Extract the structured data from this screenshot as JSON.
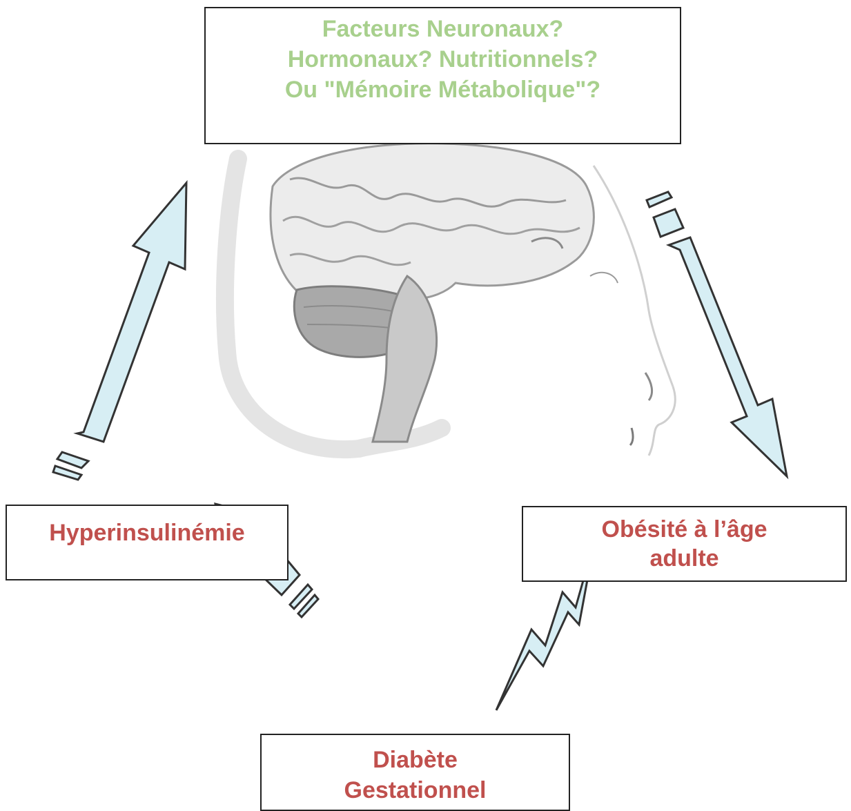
{
  "colors": {
    "question_text": "#a8d08d",
    "node_text": "#c0504d",
    "arrow_fill": "#d7eef4",
    "arrow_stroke": "#333333",
    "box_border": "#222222"
  },
  "background_image": {
    "icon": "brain-head-profile-illustration"
  },
  "nodes": {
    "top": {
      "lines": [
        "Facteurs Neuronaux?",
        "Hormonaux? Nutritionnels?",
        "Ou \"Mémoire Métabolique\"?"
      ]
    },
    "left": {
      "lines": [
        "Hyperinsulinémie"
      ]
    },
    "right": {
      "lines": [
        "Obésité à l’âge",
        "adulte"
      ]
    },
    "bottom": {
      "lines": [
        "Diabète",
        "Gestationnel"
      ]
    }
  },
  "edges": [
    {
      "from": "bottom",
      "to": "left",
      "style": "striped-tail-arrow"
    },
    {
      "from": "bottom",
      "to": "right",
      "style": "lightning-arrow"
    },
    {
      "from": "left",
      "to": "top",
      "style": "dashed-tail-arrow"
    },
    {
      "from": "top",
      "to": "right",
      "style": "dashed-tail-arrow"
    }
  ]
}
